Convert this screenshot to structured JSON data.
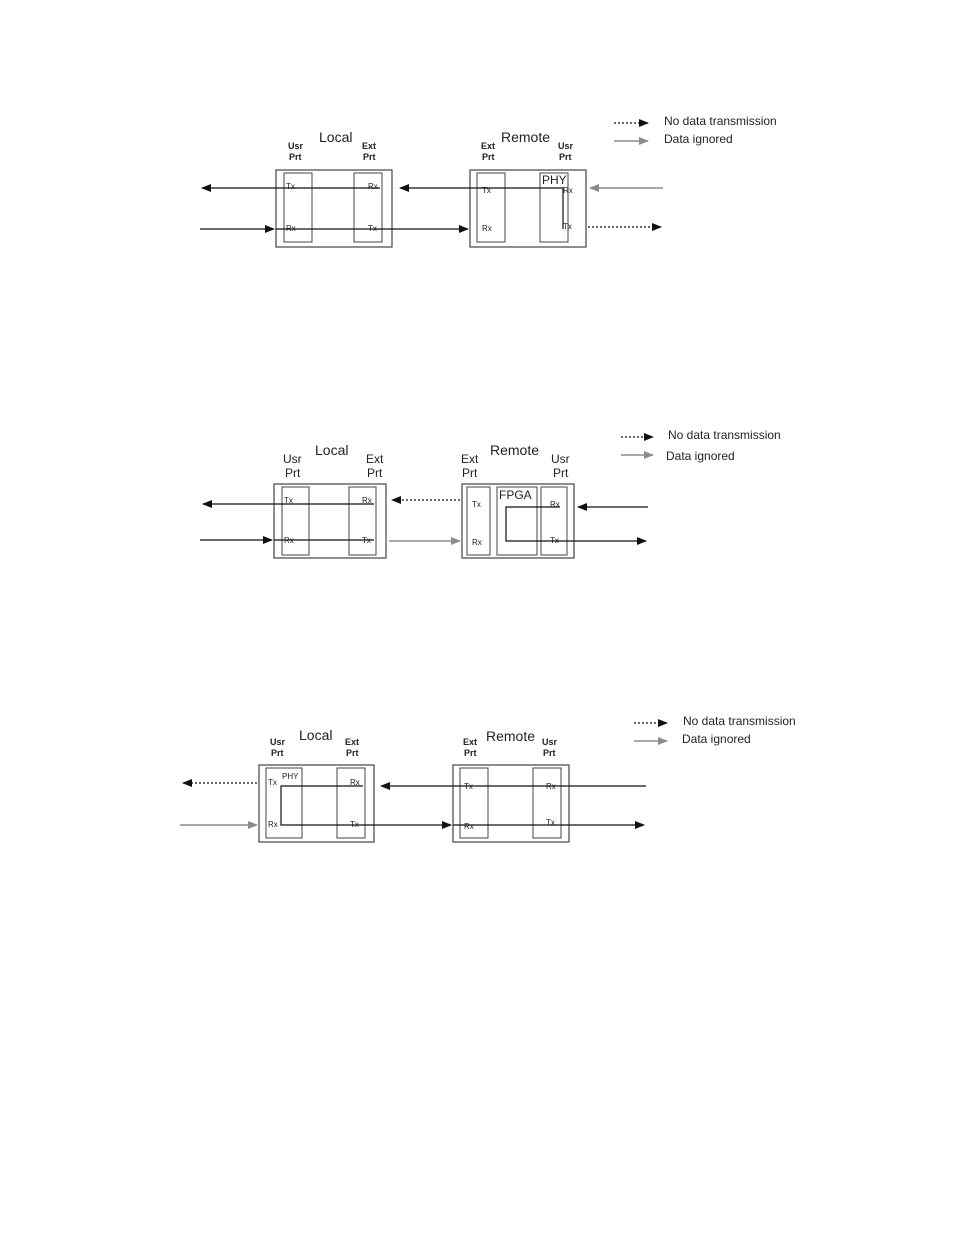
{
  "colors": {
    "black_line": "#111111",
    "gray_line": "#8c8c8c",
    "box_stroke": "#444444"
  },
  "legend": {
    "no_data": "No data transmission",
    "ignored": "Data ignored"
  },
  "diagrams": [
    {
      "local": {
        "title": "Local",
        "usr_line1": "Usr",
        "usr_line2": "Prt",
        "ext_line1": "Ext",
        "ext_line2": "Prt"
      },
      "remote": {
        "title": "Remote",
        "ext_line1": "Ext",
        "ext_line2": "Prt",
        "usr_line1": "Usr",
        "usr_line2": "Prt",
        "chip": "PHY"
      },
      "ports": {
        "tx": "Tx",
        "rx": "Rx"
      }
    },
    {
      "local": {
        "title": "Local",
        "usr_line1": "Usr",
        "usr_line2": "Prt",
        "ext_line1": "Ext",
        "ext_line2": "Prt"
      },
      "remote": {
        "title": "Remote",
        "ext_line1": "Ext",
        "ext_line2": "Prt",
        "usr_line1": "Usr",
        "usr_line2": "Prt",
        "chip": "FPGA"
      },
      "ports": {
        "tx": "Tx",
        "rx": "Rx"
      }
    },
    {
      "local": {
        "title": "Local",
        "usr_line1": "Usr",
        "usr_line2": "Prt",
        "ext_line1": "Ext",
        "ext_line2": "Prt",
        "chip": "PHY"
      },
      "remote": {
        "title": "Remote",
        "ext_line1": "Ext",
        "ext_line2": "Prt",
        "usr_line1": "Usr",
        "usr_line2": "Prt"
      },
      "ports": {
        "tx": "Tx",
        "rx": "Rx"
      }
    }
  ]
}
